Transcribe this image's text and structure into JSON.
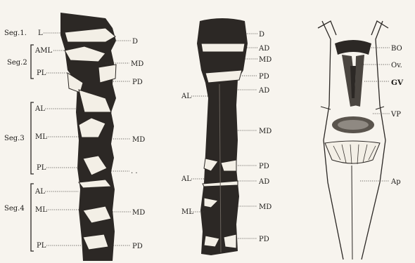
{
  "figure1": {
    "segments": [
      "Seg.1.",
      "Seg.2",
      "Seg.3",
      "Seg.4"
    ],
    "left_labels": [
      "L",
      "AML",
      "PL",
      "AL",
      "ML",
      "PL",
      "AL",
      "ML",
      "PL"
    ],
    "right_labels": [
      "D",
      "MD",
      "PD",
      "MD",
      ". .",
      "MD",
      "PD"
    ]
  },
  "figure2": {
    "left_labels": [
      "AL",
      "AL",
      "ML"
    ],
    "right_labels": [
      "D",
      "AD",
      "MD",
      "PD",
      "AD",
      "MD",
      "PD",
      "AD",
      "MD",
      "PD"
    ]
  },
  "figure3": {
    "right_labels": [
      "BO",
      "Ov.",
      "GV",
      "VP",
      "Ap"
    ]
  }
}
